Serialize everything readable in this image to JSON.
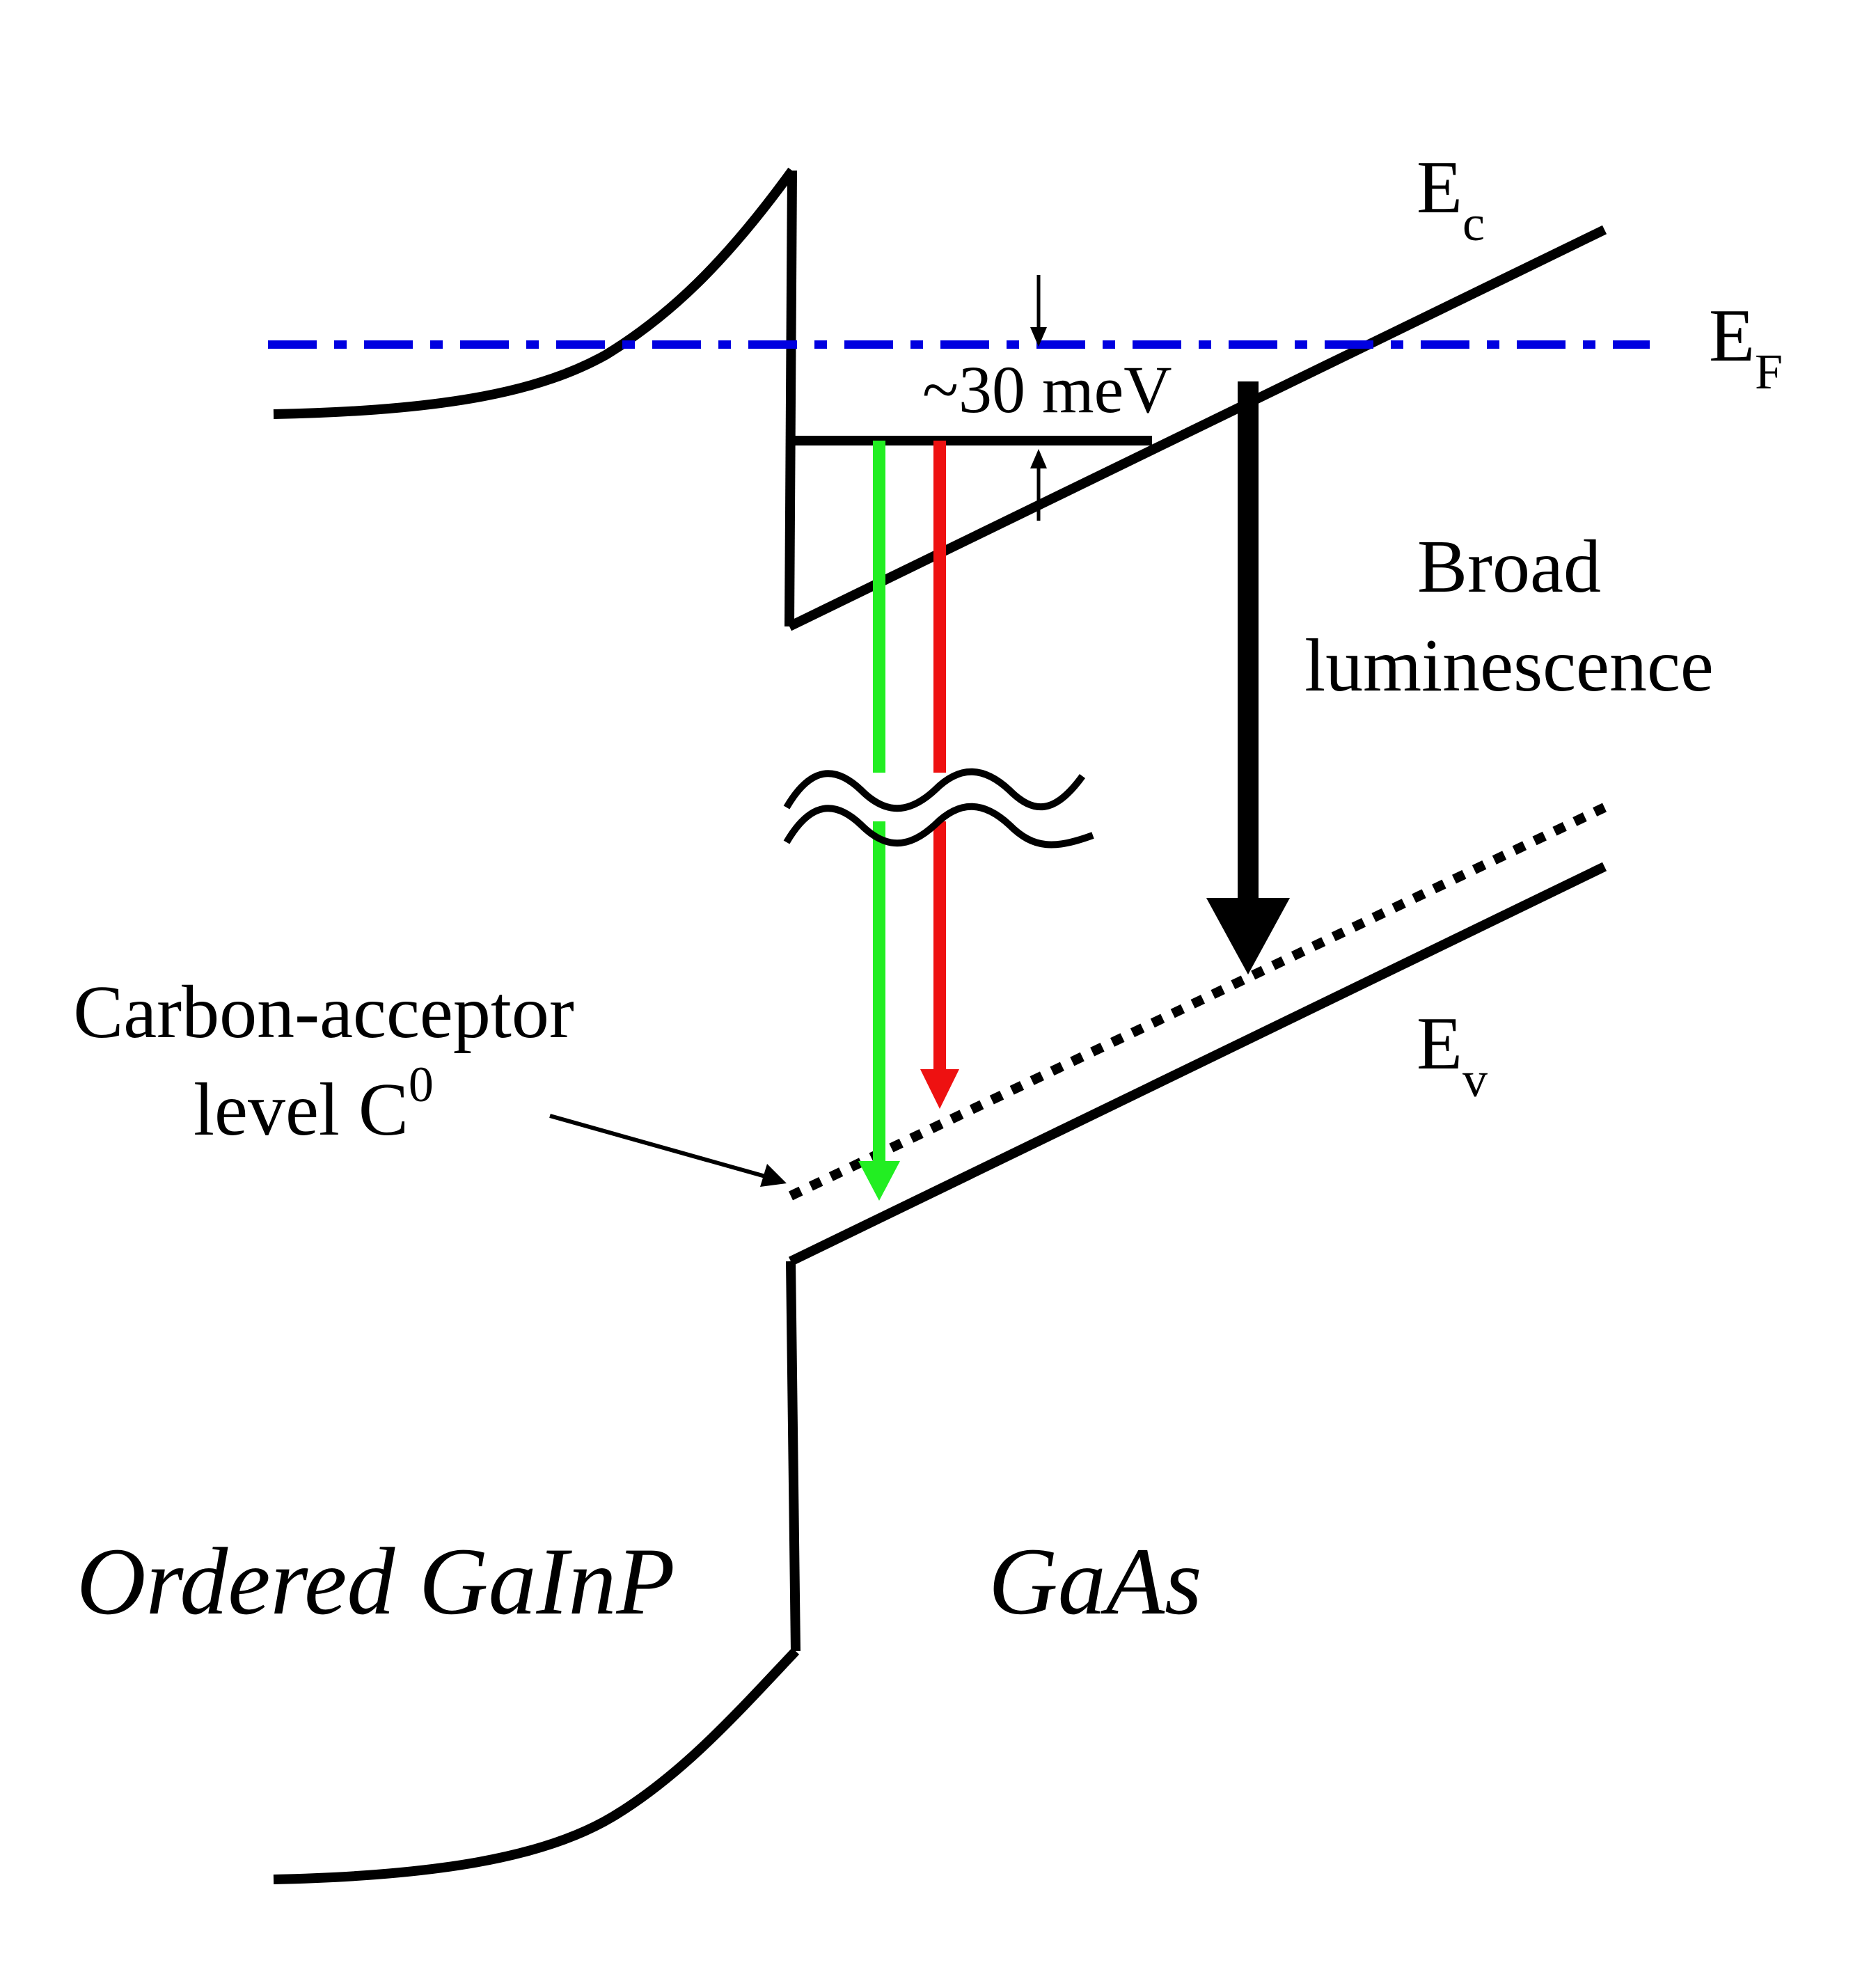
{
  "labels": {
    "ec_main": "E",
    "ec_sub": "c",
    "ef_main": "E",
    "ef_sub": "F",
    "ev_main": "E",
    "ev_sub": "v",
    "offset": "~30 meV",
    "broad_line1": "Broad",
    "broad_line2": "luminescence",
    "carbon_line1": "Carbon-acceptor",
    "carbon_line2": "level C",
    "carbon_sup": "0",
    "region_left": "Ordered GaInP",
    "region_right": "GaAs"
  },
  "colors": {
    "band_edge": "#000000",
    "fermi_level": "#0000e0",
    "green_transition": "#22ee22",
    "red_transition": "#ee1111",
    "broad_transition": "#000000"
  },
  "icons": {
    "fermi_level": "dash-dot-line",
    "acceptor_level": "dotted-line",
    "emission_break": "wavy-break-symbol"
  }
}
